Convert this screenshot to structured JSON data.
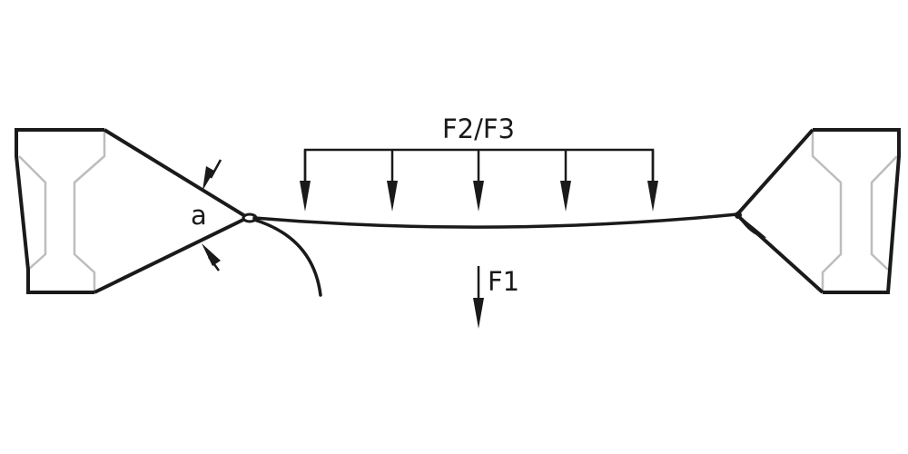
{
  "labels": {
    "distributed_load": "F2/F3",
    "point_load": "F1",
    "angle": "a"
  },
  "colors": {
    "outline": "#1a1a1a",
    "inner_profile": "#bdbdbd"
  }
}
